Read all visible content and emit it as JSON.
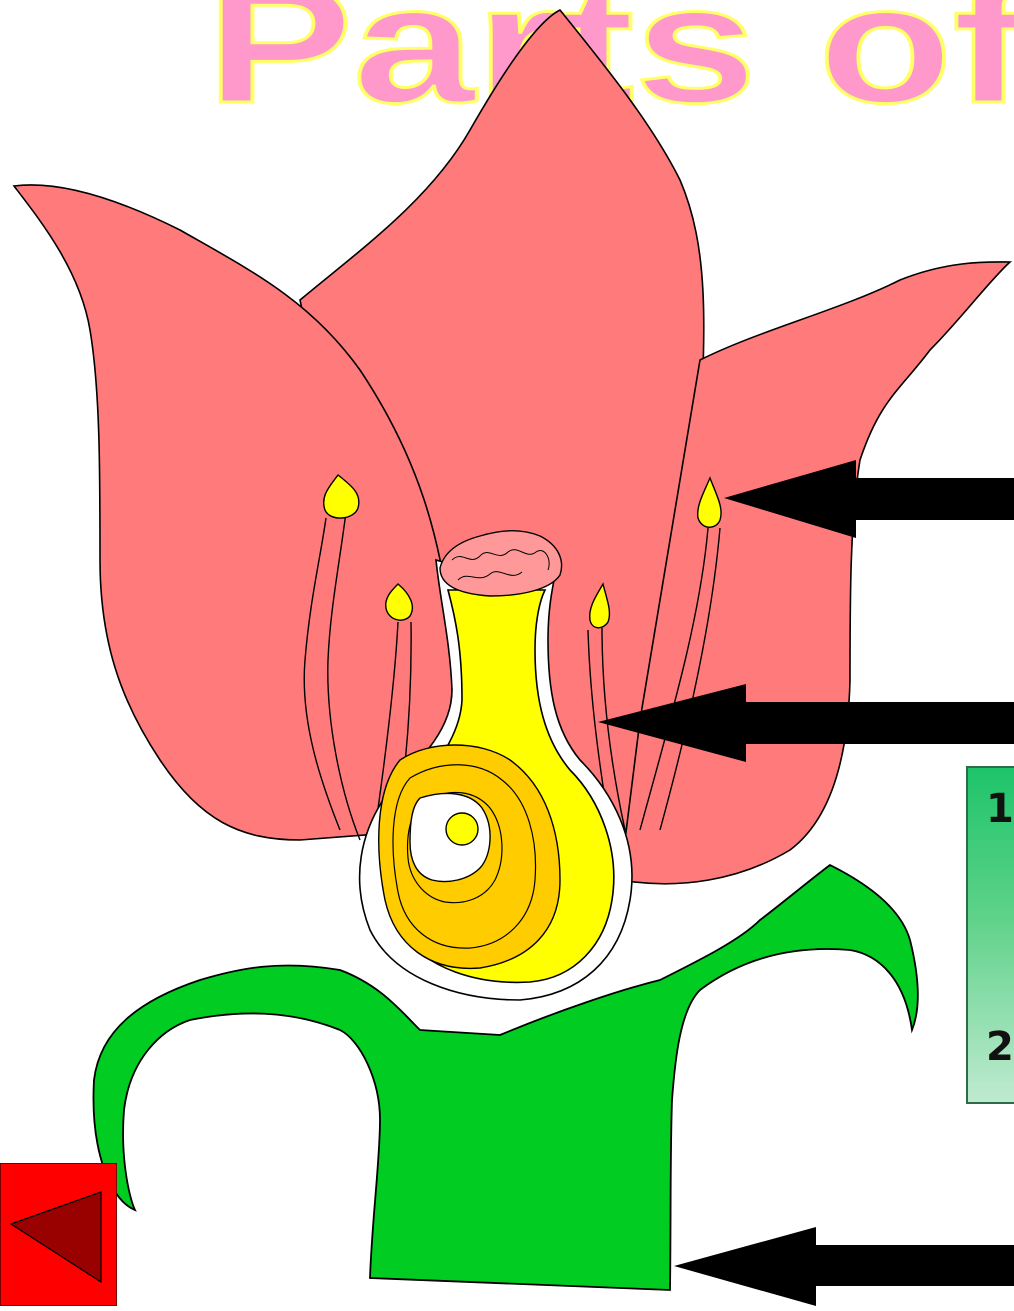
{
  "title": "Parts of",
  "info_box": {
    "items": [
      "1",
      "2"
    ]
  },
  "nav": {
    "back_icon": "triangle-left-icon"
  },
  "colors": {
    "title_fill": "#ff99cc",
    "title_outline": "#ffff66",
    "petal": "#ff7b7b",
    "sepal": "#00cc22",
    "pistil_yellow": "#ffff00",
    "pistil_orange": "#ffcc00",
    "stigma": "#e87070",
    "arrow": "#000000",
    "info_box_top": "#1ec46a",
    "info_box_bottom": "#bfead0",
    "back_button": "#ff0000",
    "back_icon": "#990000"
  }
}
